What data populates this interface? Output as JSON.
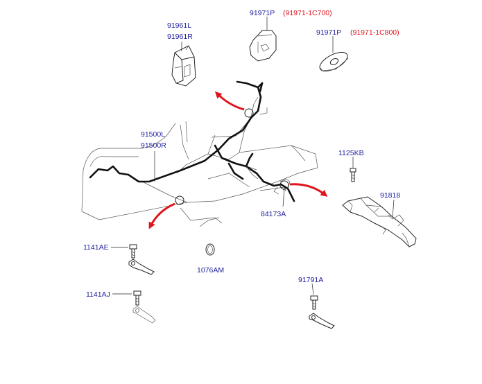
{
  "labels": {
    "grommet_pair": [
      "91961L",
      "91961R"
    ],
    "plug_top": "91971P",
    "plug_top_ref": "(91971-1C700)",
    "plug_mid": "91971P",
    "plug_mid_ref": "(91971-1C800)",
    "harness": [
      "91500L",
      "91500R"
    ],
    "bolt_right": "1125KB",
    "bracket_right": "91818",
    "clip": "84173A",
    "bolt_ae": "1141AE",
    "ring": "1076AM",
    "bolt_aj": "1141AJ",
    "ground": "91791A"
  },
  "colors": {
    "label": "#1c1c9c",
    "reference": "#e0141c",
    "arrow": "#e0141c",
    "line": "#222222"
  }
}
